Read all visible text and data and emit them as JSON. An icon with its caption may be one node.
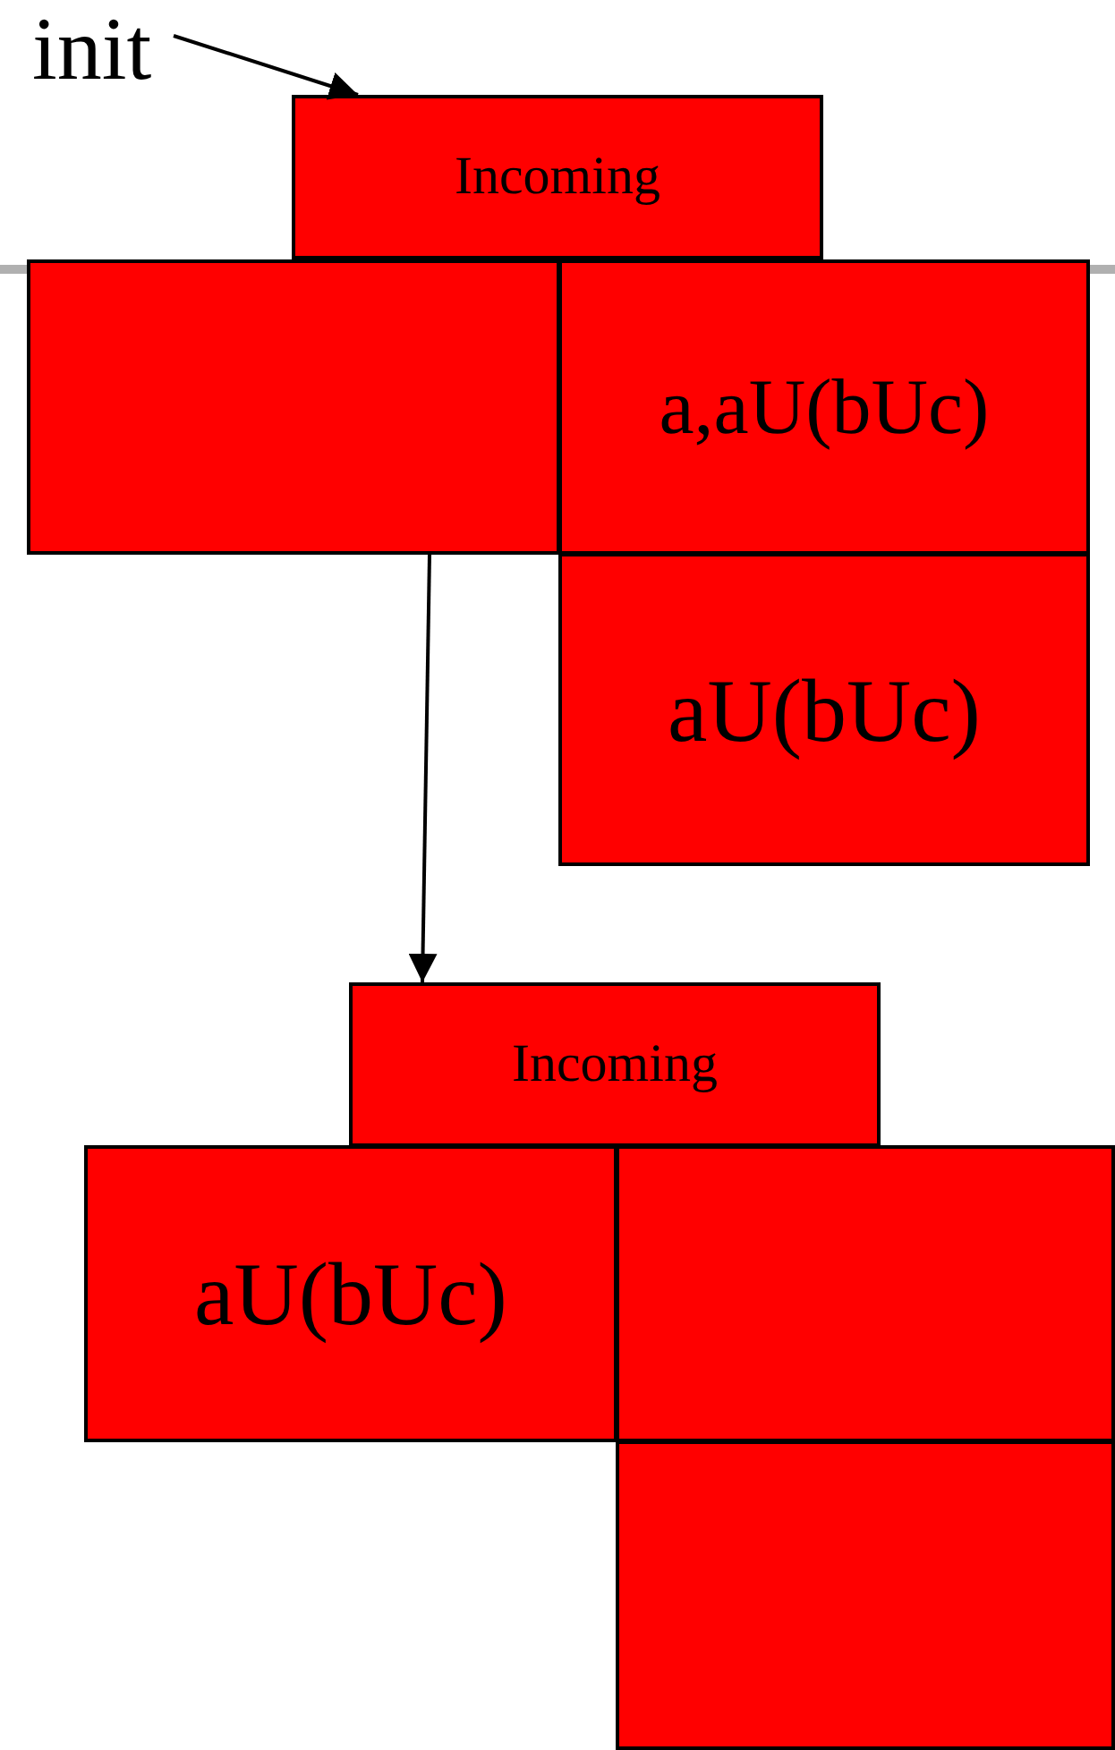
{
  "diagram": {
    "nodes": [
      {
        "text": [
          "init"
        ]
      },
      {
        "text": [
          "Incoming"
        ]
      },
      {
        "text": [],
        "shape": "box"
      },
      {
        "text": [
          "a,aU(bUc)"
        ]
      },
      {
        "text": [
          "aU(bUc)"
        ]
      },
      {
        "text": [
          "Incoming"
        ]
      },
      {
        "text": [
          "aU(bUc)"
        ]
      },
      {
        "text": [],
        "shape": "box"
      },
      {
        "text": [],
        "shape": "box"
      }
    ],
    "edges": [
      {
        "from": 0,
        "to": 1,
        "arrow": "to"
      },
      {
        "from": 2,
        "to": 5,
        "arrow": "to"
      }
    ]
  }
}
